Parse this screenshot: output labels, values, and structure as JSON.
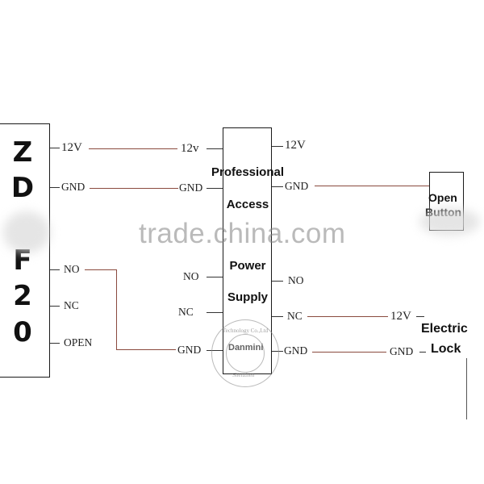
{
  "controller": {
    "letters": [
      "Z",
      "D",
      "",
      "F",
      "2",
      "0"
    ],
    "terminals": {
      "v12": "12V",
      "gnd": "GND",
      "no": "NO",
      "nc": "NC",
      "open": "OPEN"
    }
  },
  "power_supply": {
    "title_lines": [
      "Professional",
      "Access",
      "Power",
      "Supply"
    ],
    "left_terminals": {
      "v12": "12v",
      "gnd": "GND",
      "no": "NO",
      "nc": "NC",
      "gnd2": "GND"
    },
    "right_terminals": {
      "v12": "12V",
      "gnd": "GND",
      "no": "NO",
      "nc": "NC",
      "gnd2": "GND"
    }
  },
  "open_button": {
    "line1": "Open",
    "line2": "Button"
  },
  "electric_lock": {
    "line1": "Electric",
    "line2": "Lock",
    "v12": "12V",
    "gnd": "GND"
  },
  "watermark": {
    "text": "trade.china.com",
    "seal_brand": "Danmini",
    "seal_top": "Technology Co.,Ltd",
    "seal_bottom": "Shenzhen"
  }
}
